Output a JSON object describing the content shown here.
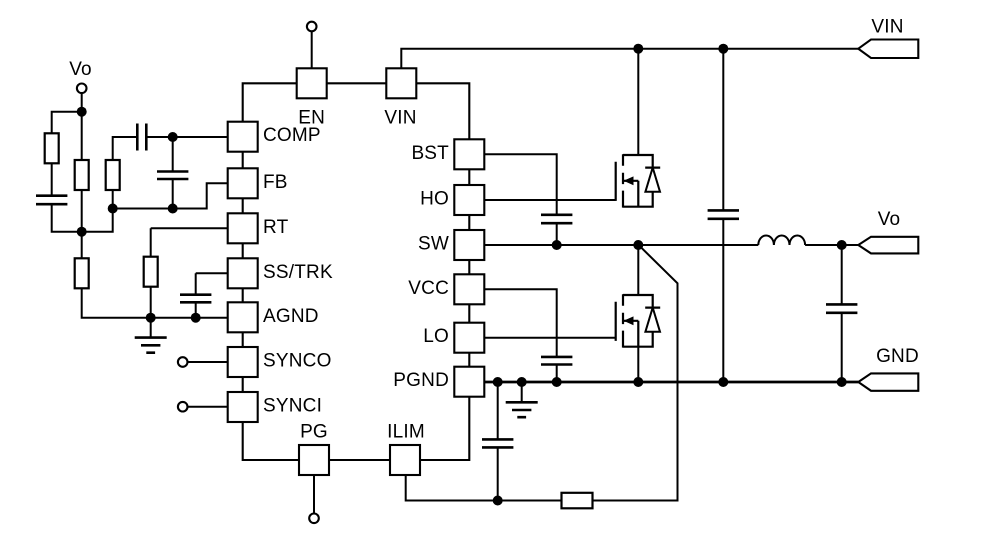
{
  "schematic": {
    "kind": "buck-controller-application-circuit",
    "pins": {
      "top": [
        "EN",
        "VIN"
      ],
      "left": [
        "COMP",
        "FB",
        "RT",
        "SS/TRK",
        "AGND",
        "SYNCO",
        "SYNCI"
      ],
      "right": [
        "BST",
        "HO",
        "SW",
        "VCC",
        "LO",
        "PGND"
      ],
      "bottom": [
        "PG",
        "ILIM"
      ]
    },
    "terminals": {
      "vo_sense": "Vo",
      "vin": "VIN",
      "vo_out": "Vo",
      "gnd": "GND"
    },
    "colors": {
      "line": "#000000",
      "background": "#ffffff"
    }
  }
}
